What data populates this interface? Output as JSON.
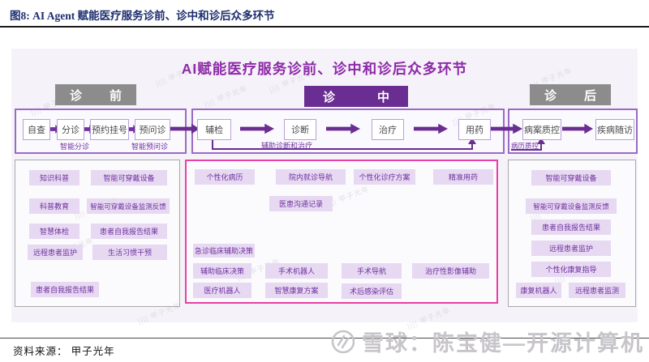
{
  "caption": "图8:  AI Agent 赋能医疗服务诊前、诊中和诊后众多环节",
  "diagram": {
    "title": "AI赋能医疗服务诊前、诊中和诊后众多环节",
    "stages": [
      {
        "label": "诊前"
      },
      {
        "label": "诊中"
      },
      {
        "label": "诊后"
      }
    ],
    "flow": {
      "pre": {
        "steps": [
          "自查",
          "分诊",
          "预约挂号",
          "预问诊"
        ],
        "labels": [
          "智能分诊",
          "智能预问诊"
        ]
      },
      "mid": {
        "steps": [
          "辅检",
          "诊断",
          "治疗",
          "用药"
        ],
        "label": "辅助诊断和治疗"
      },
      "post": {
        "steps": [
          "病案质控",
          "疾病随访"
        ],
        "label": "病历质控"
      }
    },
    "panels": {
      "pre": [
        "知识科普",
        "智能可穿戴设备",
        "科普教育",
        "智能可穿戴设备监测反馈",
        "智慧体检",
        "患者自我报告结果",
        "远程患者监护",
        "生活习惯干预",
        "患者自我报告结果"
      ],
      "mid": [
        "个性化病历",
        "院内就诊导航",
        "个性化诊疗方案",
        "精准用药",
        "医患沟通记录",
        "急诊临床辅助决策",
        "辅助临床决策",
        "手术机器人",
        "手术导航",
        "治疗性影像辅助",
        "医疗机器人",
        "智慧康复方案",
        "术后感染评估"
      ],
      "post": [
        "智能可穿戴设备",
        "智能可穿戴设备监测反馈",
        "患者自我报告结果",
        "远程患者监护",
        "个性化康复指导",
        "康复机器人",
        "远程患者监测"
      ]
    }
  },
  "source": "资料来源： 甲子光年",
  "watermark": "雪球：陈宝健—开源计算机",
  "bg_watermark": "甲子光年",
  "bg_watermark_hatch": "||||",
  "colors": {
    "caption_navy": "#1c2e6e",
    "title_purple": "#8e2aa8",
    "stage_gray": "#8c8c8c",
    "stage_purple": "#6a2d91",
    "flow_border": "#9a6bc4",
    "flow_box_border": "#b9a0d8",
    "arrow_purple": "#6a2d91",
    "panel_border": "#a9a9a9",
    "panel_mid_border": "#e73fa2",
    "chip_bg": "#e6d9f1",
    "chip_text": "#7030a0",
    "watermark_gray": "#c7c5c9"
  }
}
